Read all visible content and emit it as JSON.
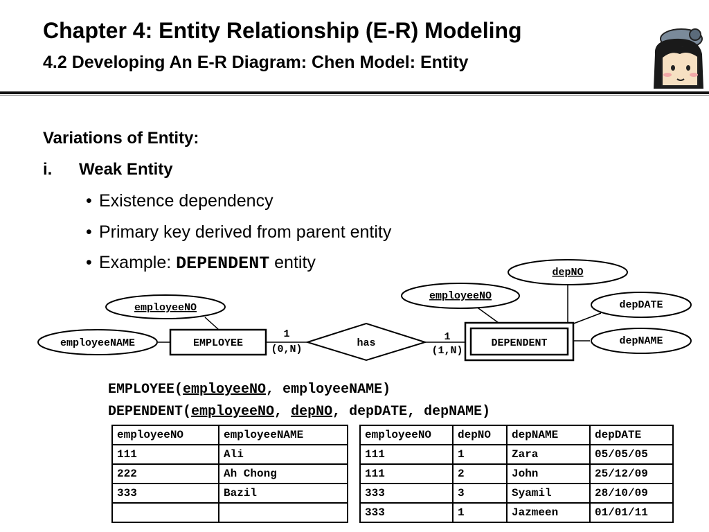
{
  "header": {
    "title": "Chapter 4: Entity Relationship (E-R) Modeling",
    "subtitle": "4.2 Developing An E-R Diagram: Chen Model: Entity"
  },
  "content": {
    "heading": "Variations of Entity:",
    "item_num": "i.",
    "item_label": "Weak Entity",
    "bullets": [
      "Existence dependency",
      "Primary key derived from parent entity"
    ],
    "example_prefix": "Example: ",
    "example_code": "DEPENDENT",
    "example_suffix": " entity"
  },
  "diagram": {
    "entity_left": "EMPLOYEE",
    "entity_right": "DEPENDENT",
    "relationship": "has",
    "left_card_top": "1",
    "left_card_bottom": "(0,N)",
    "right_card_top": "1",
    "right_card_bottom": "(1,N)",
    "employee_attrs": [
      "employeeNO",
      "employeeNAME"
    ],
    "dependent_attrs": [
      "employeeNO",
      "depNO",
      "depDATE",
      "depNAME"
    ]
  },
  "schema": {
    "employee": {
      "name": "EMPLOYEE(",
      "key": "employeeNO",
      "sep1": ", ",
      "rest": "employeeNAME",
      "close": ")"
    },
    "dependent": {
      "name": "DEPENDENT(",
      "key1": "employeeNO",
      "sep1": ", ",
      "key2": "depNO",
      "sep2": ", ",
      "rest": "depDATE, depNAME",
      "close": ")"
    }
  },
  "employee_table": {
    "headers": [
      "employeeNO",
      "employeeNAME"
    ],
    "rows": [
      [
        "111",
        "Ali"
      ],
      [
        "222",
        "Ah Chong"
      ],
      [
        "333",
        "Bazil"
      ],
      [
        "",
        ""
      ]
    ]
  },
  "dependent_table": {
    "headers": [
      "employeeNO",
      "depNO",
      "depNAME",
      "depDATE"
    ],
    "rows": [
      [
        "111",
        "1",
        "Zara",
        "05/05/05"
      ],
      [
        "111",
        "2",
        "John",
        "25/12/09"
      ],
      [
        "333",
        "3",
        "Syamil",
        "28/10/09"
      ],
      [
        "333",
        "1",
        "Jazmeen",
        "01/01/11"
      ]
    ]
  }
}
